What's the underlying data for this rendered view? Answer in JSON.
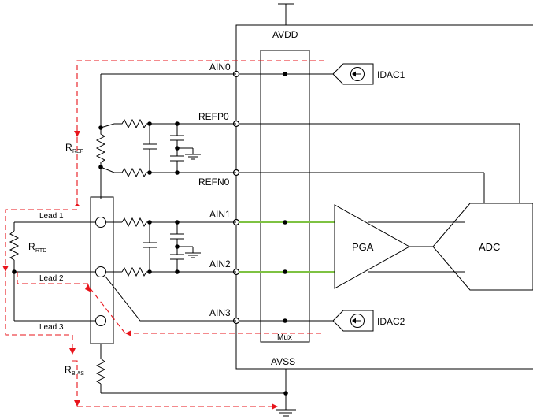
{
  "labels": {
    "avdd": "AVDD",
    "avss": "AVSS",
    "ain0": "AIN0",
    "refp0": "REFP0",
    "refn0": "REFN0",
    "ain1": "AIN1",
    "ain2": "AIN2",
    "ain3": "AIN3",
    "idac1": "IDAC1",
    "idac2": "IDAC2",
    "pga": "PGA",
    "adc": "ADC",
    "mux": "Mux",
    "lead1": "Lead 1",
    "lead2": "Lead 2",
    "lead3": "Lead 3",
    "rref_main": "R",
    "rref_sub": "REF",
    "rrtd_main": "R",
    "rrtd_sub": "RTD",
    "rbias_main": "R",
    "rbias_sub": "BIAS"
  },
  "colors": {
    "wire": "#000000",
    "current_path": "#e8141b",
    "mux_signal": "#7ec242"
  }
}
